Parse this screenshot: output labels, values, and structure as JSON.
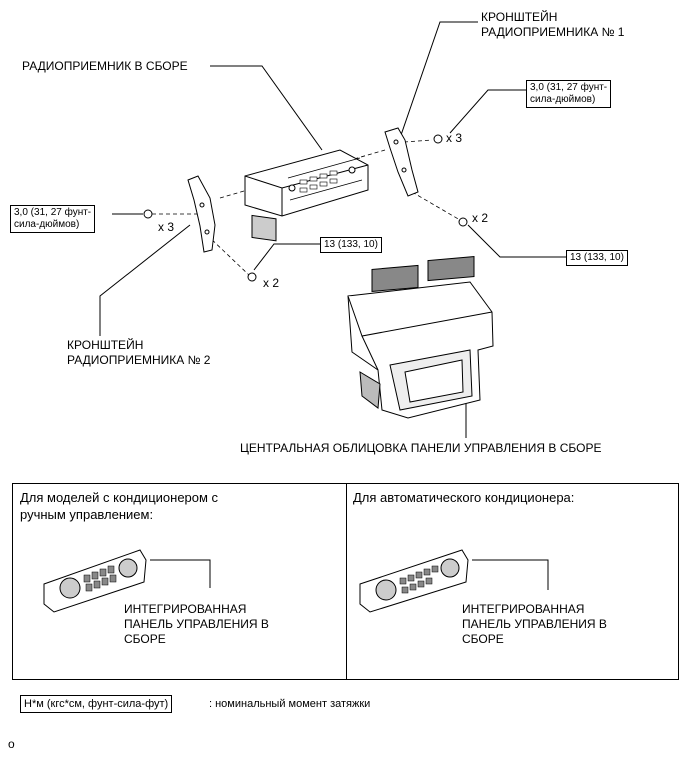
{
  "diagram": {
    "labels": {
      "bracket_1": [
        "КРОНШТЕЙН",
        "РАДИОПРИЕМНИКА № 1"
      ],
      "radio_assembly": "РАДИОПРИЕМНИК В СБОРЕ",
      "bracket_2": [
        "КРОНШТЕЙН",
        "РАДИОПРИЕМНИКА № 2"
      ],
      "center_bezel": "ЦЕНТРАЛЬНАЯ ОБЛИЦОВКА ПАНЕЛИ УПРАВЛЕНИЯ В СБОРЕ"
    },
    "torque": {
      "right_screw": [
        "3,0 (31, 27 фунт-",
        "сила-дюймов)"
      ],
      "left_screw": [
        "3,0 (31, 27 фунт-",
        "сила-дюймов)"
      ],
      "left_bolt": "13 (133, 10)",
      "right_bolt": "13 (133, 10)"
    },
    "quantities": {
      "right_screw": "x 3",
      "right_bolt": "x 2",
      "left_screw": "x 3",
      "left_bolt": "x 2"
    }
  },
  "panels": [
    {
      "title": [
        "Для моделей с кондиционером с",
        "ручным управлением:"
      ],
      "part_label": [
        "ИНТЕГРИРОВАННАЯ",
        "ПАНЕЛЬ УПРАВЛЕНИЯ В",
        "СБОРЕ"
      ]
    },
    {
      "title": [
        "Для автоматического кондиционера:"
      ],
      "part_label": [
        "ИНТЕГРИРОВАННАЯ",
        "ПАНЕЛЬ УПРАВЛЕНИЯ В",
        "СБОРЕ"
      ]
    }
  ],
  "legend": {
    "unit": "Н*м (кгс*см, фунт-сила-фут)",
    "description": ": номинальный момент затяжки"
  },
  "footer_mark": "o"
}
